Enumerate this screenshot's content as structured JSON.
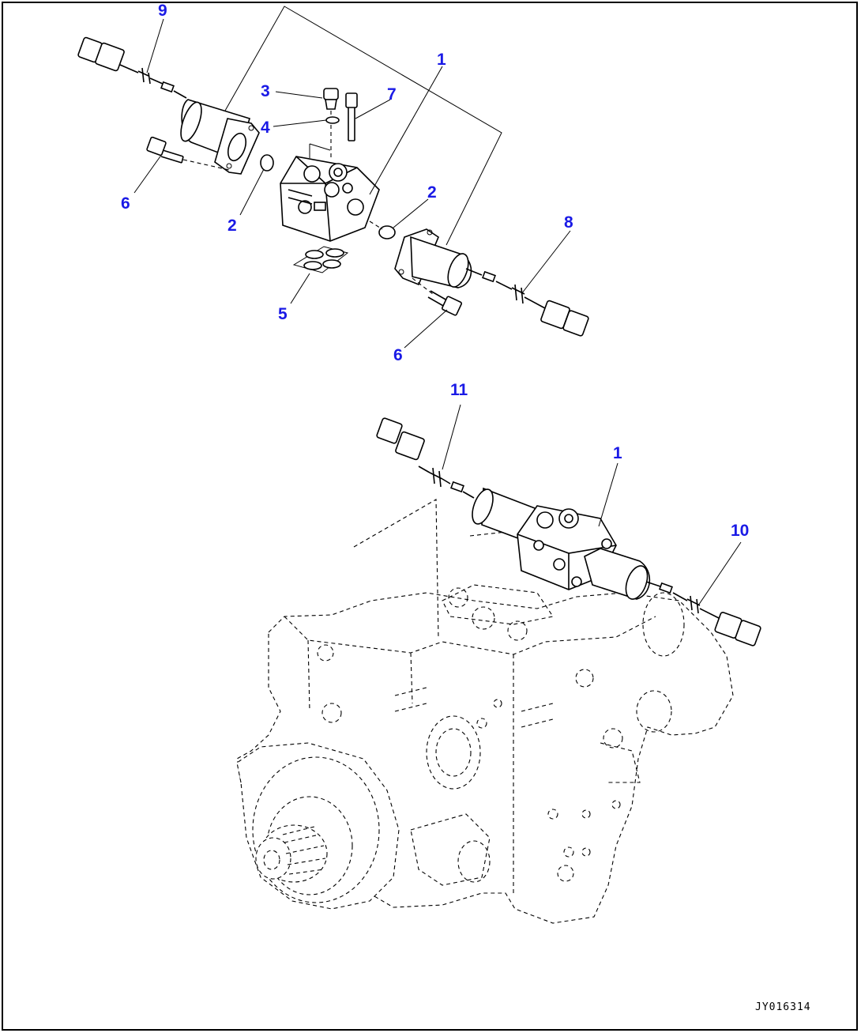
{
  "drawing_code": "JY016314",
  "callouts": [
    {
      "id": "c9",
      "label": "9"
    },
    {
      "id": "c1a",
      "label": "1"
    },
    {
      "id": "c3",
      "label": "3"
    },
    {
      "id": "c7",
      "label": "7"
    },
    {
      "id": "c4",
      "label": "4"
    },
    {
      "id": "c6a",
      "label": "6"
    },
    {
      "id": "c2a",
      "label": "2"
    },
    {
      "id": "c2b",
      "label": "2"
    },
    {
      "id": "c8",
      "label": "8"
    },
    {
      "id": "c5",
      "label": "5"
    },
    {
      "id": "c6b",
      "label": "6"
    },
    {
      "id": "c11",
      "label": "11"
    },
    {
      "id": "c1b",
      "label": "1"
    },
    {
      "id": "c10",
      "label": "10"
    }
  ],
  "colors": {
    "callout": "#1a1ae6",
    "line": "#000000",
    "background": "#ffffff"
  }
}
